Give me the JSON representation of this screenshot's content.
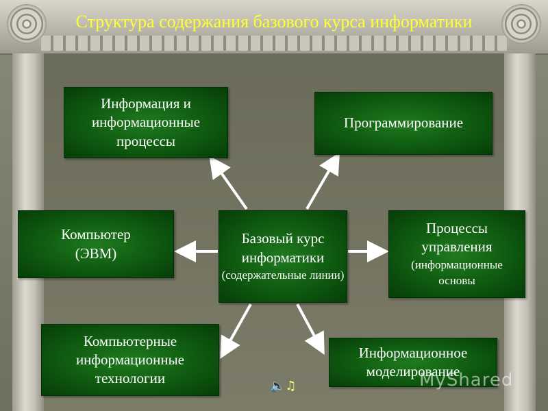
{
  "title": "Структура содержания базового курса информатики",
  "nodes": {
    "info": "Информация и информационные процессы",
    "programming": "Программирование",
    "center_main": "Базовый курс информатики",
    "center_sub": "(содержательные линии)",
    "computer": "Компьютер (ЭВМ)",
    "control_main": "Процессы управления",
    "control_sub": "(информационные основы",
    "tech": "Компьютерные информационные технологии",
    "modeling": "Информационное моделирование"
  },
  "icons": {
    "speaker": "speaker-icon"
  },
  "colors": {
    "title": "#ffff33",
    "box": "#0f5a10",
    "arrow": "#ffffff"
  },
  "watermark": "MyShared"
}
